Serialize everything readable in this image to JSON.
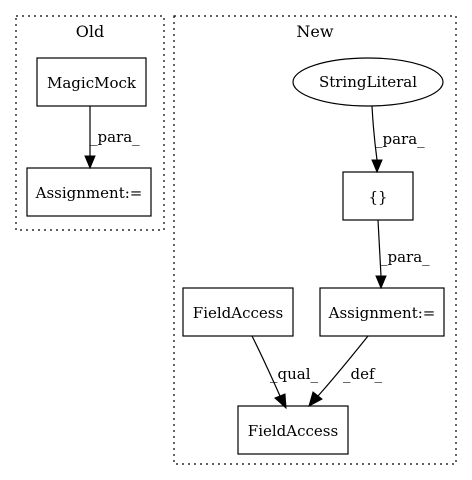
{
  "clusters": {
    "old": {
      "label": "Old"
    },
    "new": {
      "label": "New"
    }
  },
  "nodes": {
    "magicmock": "MagicMock",
    "old_assignment": "Assignment:=",
    "stringliteral": "StringLiteral",
    "braces": "{}",
    "new_assignment": "Assignment:=",
    "fieldaccess_src": "FieldAccess",
    "fieldaccess_target": "FieldAccess"
  },
  "edges": {
    "magicmock_to_assignment": "_para_",
    "stringliteral_to_braces": "_para_",
    "braces_to_assignment": "_para_",
    "fieldaccess_to_fieldaccess": "_qual_",
    "assignment_to_fieldaccess": "_def_"
  }
}
